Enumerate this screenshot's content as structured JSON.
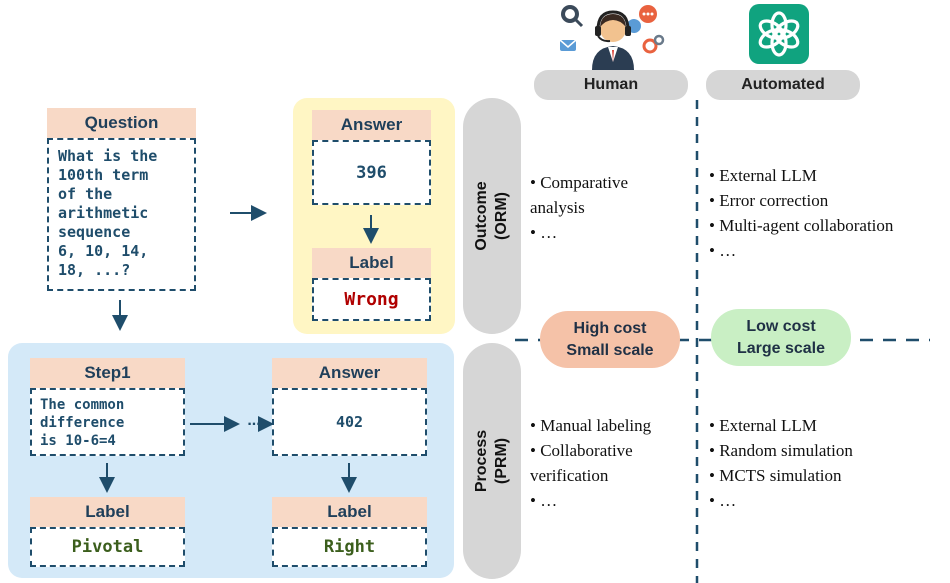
{
  "icons": {
    "human": "customer-support-agent-icon",
    "automated": "openai-logo-icon"
  },
  "columns": {
    "human": "Human",
    "automated": "Automated"
  },
  "orm": {
    "question_label": "Question",
    "question_text": [
      "What is the",
      "100th term",
      "of the",
      "arithmetic",
      "sequence",
      "6, 10, 14,",
      "18, ...?"
    ],
    "answer_label": "Answer",
    "answer_value": "396",
    "label_label": "Label",
    "label_value": "Wrong"
  },
  "prm": {
    "step_label": "Step1",
    "step_text": [
      "The common",
      "difference",
      "is 10-6=4"
    ],
    "ellipsis": "...",
    "answer_label": "Answer",
    "answer_value": "402",
    "label1_label": "Label",
    "label1_value": "Pivotal",
    "label2_label": "Label",
    "label2_value": "Right"
  },
  "side": {
    "outcome": [
      "Outcome",
      "(ORM)"
    ],
    "process": [
      "Process",
      "(PRM)"
    ]
  },
  "cost": {
    "human": [
      "High cost",
      "Small scale"
    ],
    "automated": [
      "Low cost",
      "Large scale"
    ]
  },
  "lists": {
    "orm_human": [
      "• Comparative",
      "analysis",
      "• …"
    ],
    "orm_auto": [
      "• External LLM",
      "• Error correction",
      "• Multi-agent collaboration",
      "• …"
    ],
    "prm_human": [
      "• Manual labeling",
      "• Collaborative",
      "verification",
      "• …"
    ],
    "prm_auto": [
      "• External LLM",
      "• Random simulation",
      "• MCTS simulation",
      "• …"
    ]
  },
  "colors": {
    "orm_panel": "#fff6c4",
    "prm_panel": "#d4e9f8",
    "header_fill": "#f8d9c6",
    "dash_border": "#1f4d6b",
    "wrong": "#b00000",
    "pivotal_right": "#3b5e1c",
    "high_cost": "#f5c2a8",
    "low_cost": "#c9efc4",
    "openai_green": "#10a37f"
  }
}
